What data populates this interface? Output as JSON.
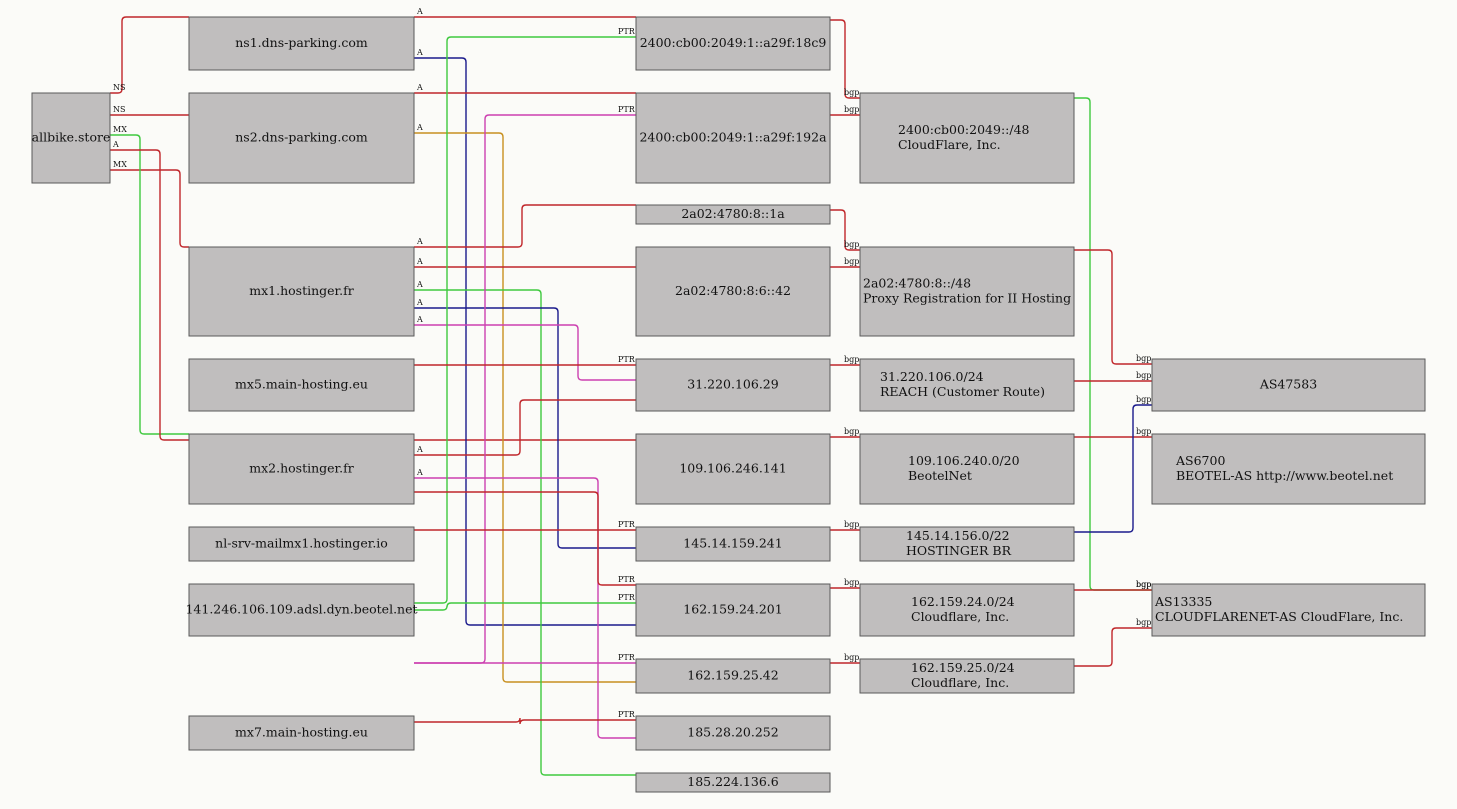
{
  "colors": {
    "red": "#c0262a",
    "green": "#3fc93f",
    "blue": "#1a1a8c",
    "magenta": "#cc40b0",
    "orange": "#c89020",
    "node_fill": "#c0bebe",
    "background": "#fbfbf8"
  },
  "nodes": [
    {
      "id": "allbike",
      "lines": [
        "allbike.store"
      ]
    },
    {
      "id": "ns1",
      "lines": [
        "ns1.dns-parking.com"
      ]
    },
    {
      "id": "ns2",
      "lines": [
        "ns2.dns-parking.com"
      ]
    },
    {
      "id": "mx1",
      "lines": [
        "mx1.hostinger.fr"
      ]
    },
    {
      "id": "mx5",
      "lines": [
        "mx5.main-hosting.eu"
      ]
    },
    {
      "id": "mx2",
      "lines": [
        "mx2.hostinger.fr"
      ]
    },
    {
      "id": "nlsrv",
      "lines": [
        "nl-srv-mailmx1.hostinger.io"
      ]
    },
    {
      "id": "beotelhost",
      "lines": [
        "141.246.106.109.adsl.dyn.beotel.net"
      ]
    },
    {
      "id": "mx7",
      "lines": [
        "mx7.main-hosting.eu"
      ]
    },
    {
      "id": "ip6a",
      "lines": [
        "2400:cb00:2049:1::a29f:18c9"
      ]
    },
    {
      "id": "ip6b",
      "lines": [
        "2400:cb00:2049:1::a29f:192a"
      ]
    },
    {
      "id": "ip6c",
      "lines": [
        "2a02:4780:8::1a"
      ]
    },
    {
      "id": "ip6d",
      "lines": [
        "2a02:4780:8:6::42"
      ]
    },
    {
      "id": "ip31",
      "lines": [
        "31.220.106.29"
      ]
    },
    {
      "id": "ip109",
      "lines": [
        "109.106.246.141"
      ]
    },
    {
      "id": "ip145",
      "lines": [
        "145.14.159.241"
      ]
    },
    {
      "id": "ip162a",
      "lines": [
        "162.159.24.201"
      ]
    },
    {
      "id": "ip162b",
      "lines": [
        "162.159.25.42"
      ]
    },
    {
      "id": "ip185a",
      "lines": [
        "185.28.20.252"
      ]
    },
    {
      "id": "ip185b",
      "lines": [
        "185.224.136.6"
      ]
    },
    {
      "id": "pfx2400",
      "lines": [
        "2400:cb00:2049::/48",
        "CloudFlare, Inc."
      ]
    },
    {
      "id": "pfx2a02",
      "lines": [
        "2a02:4780:8::/48",
        "Proxy Registration for II Hosting"
      ]
    },
    {
      "id": "pfx31",
      "lines": [
        "31.220.106.0/24",
        "REACH (Customer Route)"
      ]
    },
    {
      "id": "pfx109",
      "lines": [
        "109.106.240.0/20",
        "BeotelNet"
      ]
    },
    {
      "id": "pfx145",
      "lines": [
        "145.14.156.0/22",
        "HOSTINGER BR"
      ]
    },
    {
      "id": "pfx162a",
      "lines": [
        "162.159.24.0/24",
        "Cloudflare, Inc."
      ]
    },
    {
      "id": "pfx162b",
      "lines": [
        "162.159.25.0/24",
        "Cloudflare, Inc."
      ]
    },
    {
      "id": "as47583",
      "lines": [
        "AS47583"
      ]
    },
    {
      "id": "as6700",
      "lines": [
        "AS6700",
        "BEOTEL-AS http://www.beotel.net"
      ]
    },
    {
      "id": "as13335",
      "lines": [
        "AS13335",
        "CLOUDFLARENET-AS CloudFlare, Inc."
      ]
    }
  ],
  "edges": [
    {
      "from": "allbike",
      "to": "ns1",
      "label": "NS",
      "color": "red"
    },
    {
      "from": "allbike",
      "to": "ns2",
      "label": "NS",
      "color": "red"
    },
    {
      "from": "allbike",
      "to": "mx1",
      "label": "MX",
      "color": "red"
    },
    {
      "from": "allbike",
      "to": "mx2",
      "label": "MX",
      "color": "green"
    },
    {
      "from": "allbike",
      "to": "ip109",
      "label": "A",
      "color": "red"
    },
    {
      "from": "ns1",
      "to": "ip6a",
      "label": "A",
      "color": "red"
    },
    {
      "from": "ns1",
      "to": "ip162a",
      "label": "A",
      "color": "blue"
    },
    {
      "from": "ns2",
      "to": "ip6b",
      "label": "A",
      "color": "red"
    },
    {
      "from": "ns2",
      "to": "ip162b",
      "label": "A",
      "color": "orange"
    },
    {
      "from": "mx1",
      "to": "ip6c",
      "label": "A",
      "color": "red"
    },
    {
      "from": "mx1",
      "to": "ip6d",
      "label": "A",
      "color": "red"
    },
    {
      "from": "mx1",
      "to": "ip185b",
      "label": "A",
      "color": "green"
    },
    {
      "from": "mx1",
      "to": "ip145",
      "label": "A",
      "color": "blue"
    },
    {
      "from": "mx1",
      "to": "ip31",
      "label": "A",
      "color": "magenta"
    },
    {
      "from": "mx2",
      "to": "ip31",
      "label": "A",
      "color": "red"
    },
    {
      "from": "mx2",
      "to": "ip185a",
      "label": "A",
      "color": "magenta"
    },
    {
      "from": "ip6a",
      "to": "ns1",
      "label": "PTR",
      "color": "green"
    },
    {
      "from": "ip6b",
      "to": "ns2",
      "label": "PTR",
      "color": "magenta"
    },
    {
      "from": "ip31",
      "to": "mx5",
      "label": "PTR",
      "color": "red"
    },
    {
      "from": "ip109",
      "to": "beotelhost",
      "label": "PTR",
      "color": "red"
    },
    {
      "from": "ip145",
      "to": "nlsrv",
      "label": "PTR",
      "color": "red"
    },
    {
      "from": "ip162a",
      "to": "ns1",
      "label": "PTR",
      "color": "green"
    },
    {
      "from": "ip162b",
      "to": "ns2",
      "label": "PTR",
      "color": "magenta"
    },
    {
      "from": "ip185a",
      "to": "mx7",
      "label": "PTR",
      "color": "red"
    },
    {
      "from": "ip6a",
      "to": "pfx2400",
      "label": "bgp",
      "color": "red"
    },
    {
      "from": "ip6b",
      "to": "pfx2400",
      "label": "bgp",
      "color": "red"
    },
    {
      "from": "ip6c",
      "to": "pfx2a02",
      "label": "bgp",
      "color": "red"
    },
    {
      "from": "ip6d",
      "to": "pfx2a02",
      "label": "bgp",
      "color": "red"
    },
    {
      "from": "ip31",
      "to": "pfx31",
      "label": "bgp",
      "color": "red"
    },
    {
      "from": "ip109",
      "to": "pfx109",
      "label": "bgp",
      "color": "red"
    },
    {
      "from": "ip145",
      "to": "pfx145",
      "label": "bgp",
      "color": "red"
    },
    {
      "from": "ip162a",
      "to": "pfx162a",
      "label": "bgp",
      "color": "red"
    },
    {
      "from": "ip162b",
      "to": "pfx162b",
      "label": "bgp",
      "color": "red"
    },
    {
      "from": "pfx2400",
      "to": "as13335",
      "label": "bgp",
      "color": "green"
    },
    {
      "from": "pfx2a02",
      "to": "as47583",
      "label": "bgp",
      "color": "red"
    },
    {
      "from": "pfx31",
      "to": "as47583",
      "label": "bgp",
      "color": "red"
    },
    {
      "from": "pfx109",
      "to": "as6700",
      "label": "bgp",
      "color": "red"
    },
    {
      "from": "pfx145",
      "to": "as47583",
      "label": "bgp",
      "color": "blue"
    },
    {
      "from": "pfx162a",
      "to": "as13335",
      "label": "bgp",
      "color": "red"
    },
    {
      "from": "pfx162b",
      "to": "as13335",
      "label": "bgp",
      "color": "red"
    }
  ]
}
